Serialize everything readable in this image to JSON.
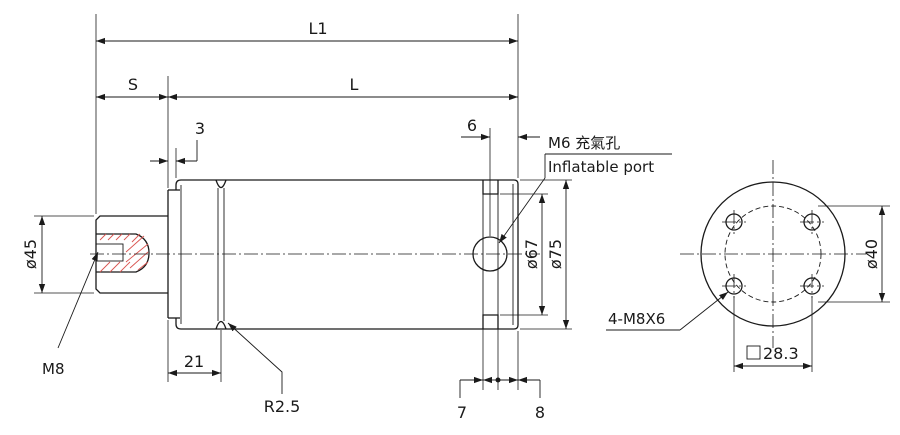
{
  "dimensions": {
    "overall_length": "L1",
    "stroke": "S",
    "body_length": "L",
    "shoulder": "3",
    "port_offset": "6",
    "rod_diameter": "ø45",
    "groove_diameter": "ø67",
    "body_diameter": "ø75",
    "groove_offset": "21",
    "groove_radius": "R2.5",
    "flange_width_a": "7",
    "flange_width_b": "8",
    "bolt_circle": "ø40",
    "bolt_square": "28.3"
  },
  "callouts": {
    "port_thread": "M6 充氣孔",
    "port_label": "Inflatable port",
    "rod_thread": "M8",
    "mounting_holes": "4-M8X6"
  }
}
